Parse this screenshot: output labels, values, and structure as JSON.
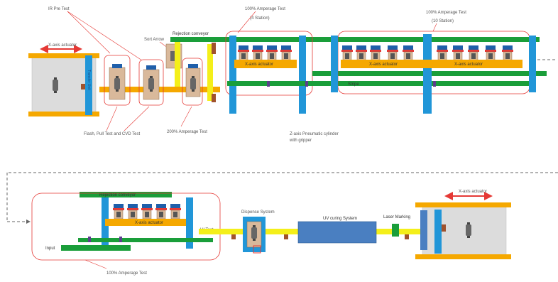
{
  "labels": {
    "x_axis_actuator_left": "X-axis actuator",
    "x_axis_actuator_right": "X-axis actuator",
    "ir_pre_test": "IR Pre Test",
    "sort_arrow": "Sort Arrow",
    "rejection_conveyor_top": "Rejection conveyor",
    "test_100_4": "100% Amperage Test",
    "test_100_4_sub": "(4 Station)",
    "test_100_10": "100% Amperage Test",
    "test_100_10_sub": "(10 Station)",
    "x_axis_actuator_a": "X-axis actuator",
    "x_axis_actuator_b": "X-axis actuator",
    "x_axis_actuator_c": "X-axis actuator",
    "x_axis_actuator_d": "X-axis actuator",
    "stripe": "Stripe",
    "flash_test": "Flash, Pull Test and CVD Test",
    "test_200": "200% Amperage Test",
    "pneumatic_cylinder": "Z-axis Pneumatic cylinder",
    "pneumatic_cylinder_2": "with gripper",
    "rejection_conveyor_bottom": "Rejection conveyor",
    "dispense_system": "Dispense System",
    "uv_curing": "UV curing System",
    "laser_marking": "Laser Marking",
    "ui_test": "UI Test",
    "input": "Input",
    "test_100_bottom": "100% Amperage Test",
    "transfer_left_vertical": "Transfer Unit"
  },
  "colors": {
    "conveyor_green": "#1a9e3a",
    "rail_orange": "#f5a800",
    "column_blue": "#2196d8",
    "yellow": "#f4ef1a",
    "red_outline": "#e53935",
    "uv_blue": "#4a7fc1",
    "brown": "#a0522d",
    "chassis_grey": "#dcdcdc"
  }
}
